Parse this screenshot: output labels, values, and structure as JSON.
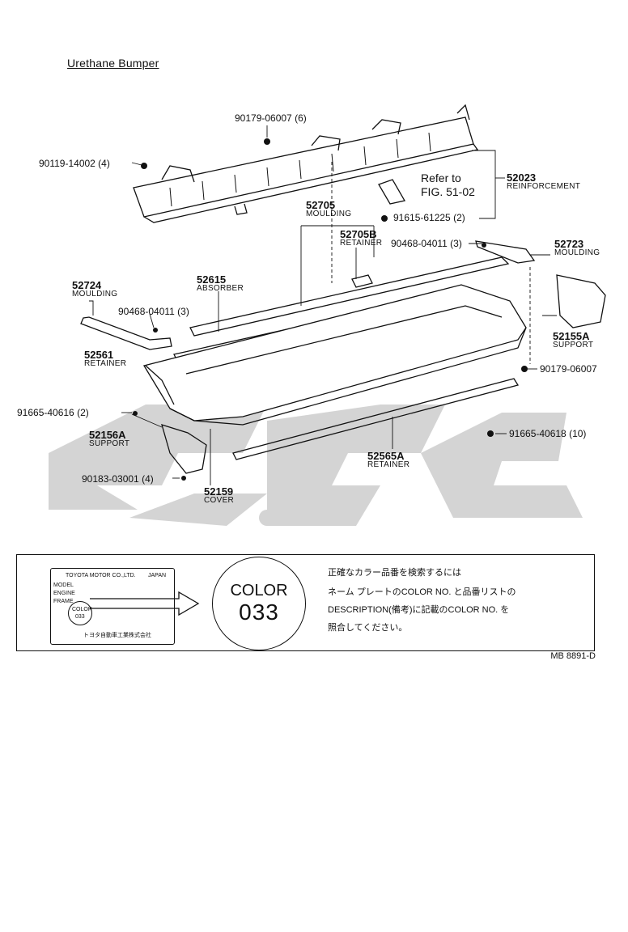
{
  "title": "Urethane Bumper",
  "refer": {
    "line1": "Refer to",
    "line2": "FIG. 51-02"
  },
  "callouts": [
    {
      "id": "90179-06007-top",
      "number": "90179-06007 (6)"
    },
    {
      "id": "90119-14002",
      "number": "90119-14002 (4)"
    },
    {
      "id": "52023",
      "number": "52023",
      "name": "REINFORCEMENT"
    },
    {
      "id": "91615-61225",
      "number": "91615-61225 (2)"
    },
    {
      "id": "52705",
      "number": "52705",
      "name": "MOULDING"
    },
    {
      "id": "52705B",
      "number": "52705B",
      "name": "RETAINER"
    },
    {
      "id": "90468-04011-right",
      "number": "90468-04011 (3)"
    },
    {
      "id": "52723",
      "number": "52723",
      "name": "MOULDING"
    },
    {
      "id": "52724",
      "number": "52724",
      "name": "MOULDING"
    },
    {
      "id": "52615",
      "number": "52615",
      "name": "ABSORBER"
    },
    {
      "id": "90468-04011-left",
      "number": "90468-04011 (3)"
    },
    {
      "id": "52155A",
      "number": "52155A",
      "name": "SUPPORT"
    },
    {
      "id": "52561",
      "number": "52561",
      "name": "RETAINER"
    },
    {
      "id": "90179-06007-right",
      "number": "90179-06007"
    },
    {
      "id": "91665-40616",
      "number": "91665-40616 (2)"
    },
    {
      "id": "91665-40618",
      "number": "91665-40618 (10)"
    },
    {
      "id": "52156A",
      "number": "52156A",
      "name": "SUPPORT"
    },
    {
      "id": "52565A",
      "number": "52565A",
      "name": "RETAINER"
    },
    {
      "id": "90183-03001",
      "number": "90183-03001 (4)"
    },
    {
      "id": "52159",
      "number": "52159",
      "name": "COVER"
    }
  ],
  "color_box": {
    "plate": {
      "maker": "TOYOTA MOTOR CO.,LTD.",
      "country": "JAPAN",
      "rows": [
        "MODEL",
        "ENGINE",
        "FRAME"
      ],
      "color_label": "COLOR",
      "color_code": "033",
      "maker_jp": "トヨタ自動車工業株式会社"
    },
    "big_circle": {
      "line1": "COLOR",
      "line2": "033"
    },
    "instructions": [
      "正確なカラー品番を検索するには",
      "ネーム プレートのCOLOR NO. と品番リストの",
      "DESCRIPTION(備考)に記載のCOLOR NO. を",
      "照合してください。"
    ]
  },
  "footer_code": "MB 8891-D",
  "colors": {
    "ink": "#111111",
    "watermark": "#d4d4d4",
    "paper": "#ffffff"
  }
}
